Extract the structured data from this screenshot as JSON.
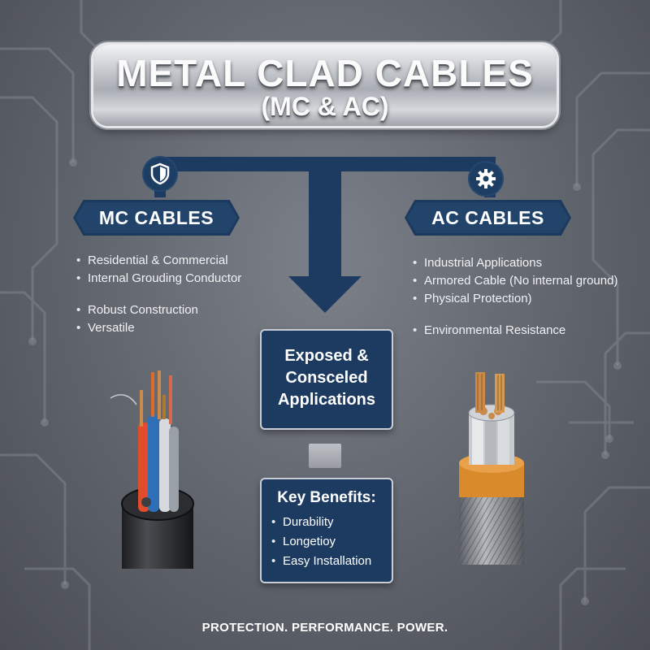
{
  "header": {
    "title": "METAL CLAD CABLES",
    "subtitle": "(MC & AC)"
  },
  "left": {
    "label": "MC CABLES",
    "icon": "shield-icon",
    "features_a": [
      "Residential & Commercial",
      "Internal Grouding Conductor"
    ],
    "features_b": [
      "Robust Construction",
      "Versatile"
    ]
  },
  "right": {
    "label": "AC CABLES",
    "icon": "gear-icon",
    "features_a": [
      "Industrial Applications",
      "Armored Cable (No internal ground)",
      "Physical Protection)"
    ],
    "features_b": [
      "Environmental Resistance"
    ]
  },
  "center": {
    "applications_line1": "Exposed &",
    "applications_line2": "Consceled",
    "applications_line3": "Applications",
    "benefits_title": "Key Benefits:",
    "benefits": [
      "Durability",
      "Longetioy",
      "Easy Installation"
    ]
  },
  "footer": {
    "tagline": "PROTECTION. PERFORMANCE. POWER."
  },
  "colors": {
    "navy": "#1d3b61",
    "background": "#6a6e76",
    "copper": "#c98a4a",
    "jacket_orange": "#d98a2b"
  }
}
